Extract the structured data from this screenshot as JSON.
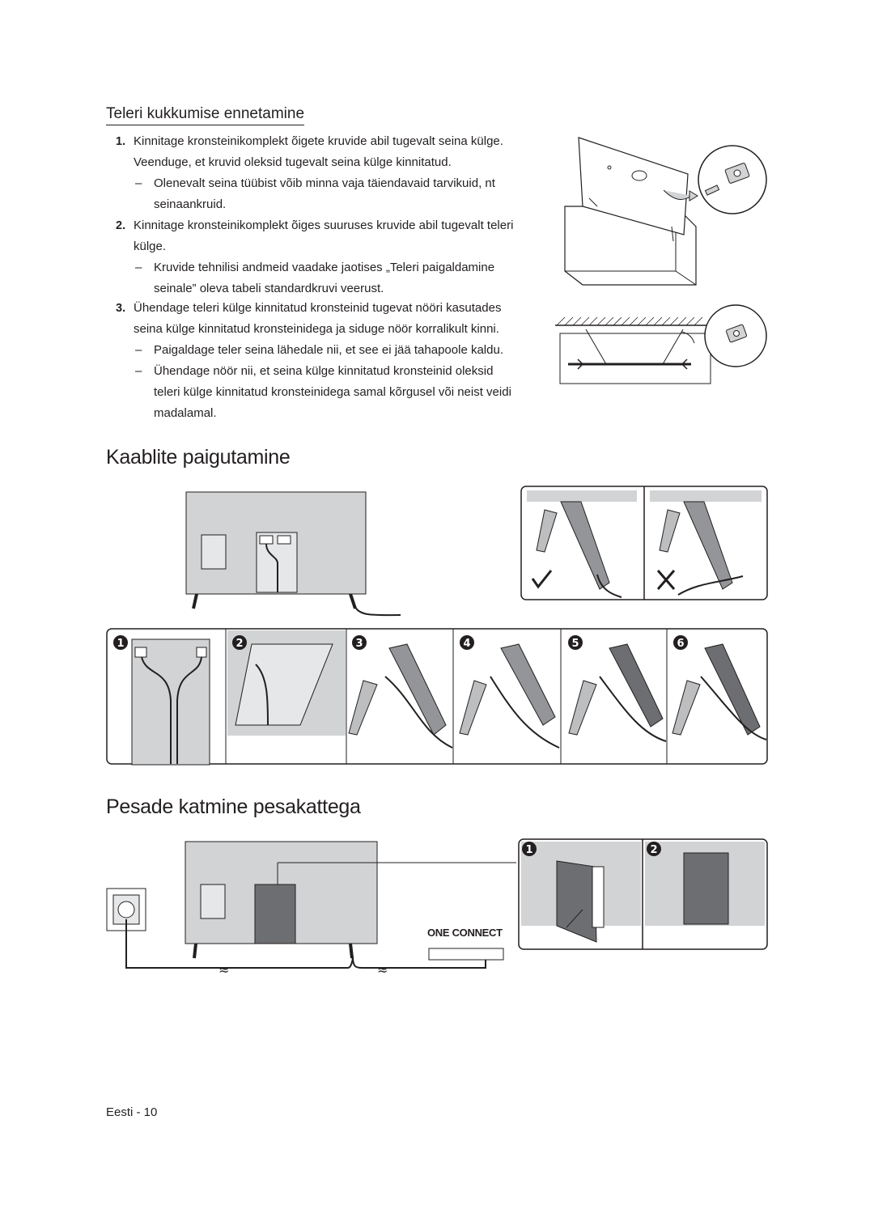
{
  "section1": {
    "title": "Teleri kukkumise ennetamine",
    "items": [
      {
        "num": "1.",
        "lines": [
          "Kinnitage kronsteinikomplekt õigete kruvide abil tugevalt seina külge.",
          "Veenduge, et kruvid oleksid tugevalt seina külge kinnitatud."
        ],
        "subs": [
          [
            "Olenevalt seina tüübist võib minna vaja täiendavaid tarvikuid, nt",
            "seinaankruid."
          ]
        ]
      },
      {
        "num": "2.",
        "lines": [
          "Kinnitage kronsteinikomplekt õiges suuruses kruvide abil tugevalt teleri",
          "külge."
        ],
        "subs": [
          [
            "Kruvide tehnilisi andmeid vaadake jaotises „Teleri paigaldamine",
            "seinale” oleva tabeli standardkruvi veerust."
          ]
        ]
      },
      {
        "num": "3.",
        "lines": [
          "Ühendage teleri külge kinnitatud kronsteinid tugevat nööri kasutades",
          "seina külge kinnitatud kronsteinidega ja siduge nöör korralikult kinni."
        ],
        "subs": [
          [
            "Paigaldage teler seina lähedale nii, et see ei jää tahapoole kaldu."
          ],
          [
            "Ühendage nöör nii, et seina külge kinnitatud kronsteinid oleksid",
            "teleri külge kinnitatud kronsteinidega samal kõrgusel või neist veidi",
            "madalamal."
          ]
        ]
      }
    ]
  },
  "section2": {
    "title": "Kaablite paigutamine",
    "steps": [
      "1",
      "2",
      "3",
      "4",
      "5",
      "6"
    ]
  },
  "section3": {
    "title": "Pesade katmine pesakattega",
    "steps": [
      "1",
      "2"
    ],
    "one_connect_label": "ONE CONNECT"
  },
  "footer": {
    "page_label": "Eesti - 10"
  },
  "colors": {
    "text": "#231f20",
    "panel": "#d1d3d4",
    "panel_dark": "#6d6e71",
    "frame": "#231f20"
  }
}
